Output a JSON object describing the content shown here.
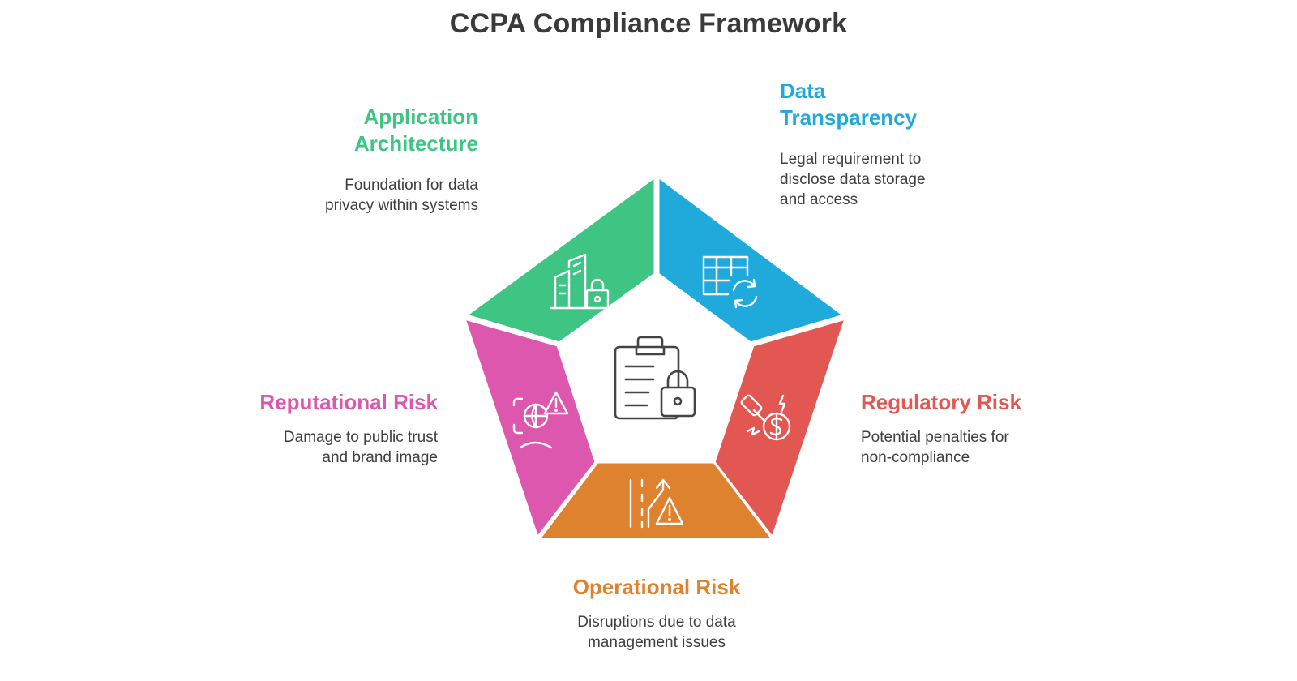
{
  "title": "CCPA Compliance Framework",
  "center_icon": "clipboard-lock-icon",
  "segments": [
    {
      "id": "architecture",
      "heading": "Application\nArchitecture",
      "description": "Foundation for data\nprivacy within systems",
      "color": "#3ec483",
      "icon": "building-lock-icon"
    },
    {
      "id": "transparency",
      "heading": "Data\nTransparency",
      "description": "Legal requirement to\ndisclose data storage\nand access",
      "color": "#20aadb",
      "icon": "table-sync-icon"
    },
    {
      "id": "regulatory",
      "heading": "Regulatory Risk",
      "description": "Potential penalties for\nnon-compliance",
      "color": "#e35752",
      "icon": "gavel-dollar-icon"
    },
    {
      "id": "operational",
      "heading": "Operational Risk",
      "description": "Disruptions due to data\nmanagement issues",
      "color": "#de8230",
      "icon": "road-warning-icon"
    },
    {
      "id": "reputational",
      "heading": "Reputational Risk",
      "description": "Damage to public trust\nand brand image",
      "color": "#dc57ad",
      "icon": "globe-warning-icon"
    }
  ]
}
